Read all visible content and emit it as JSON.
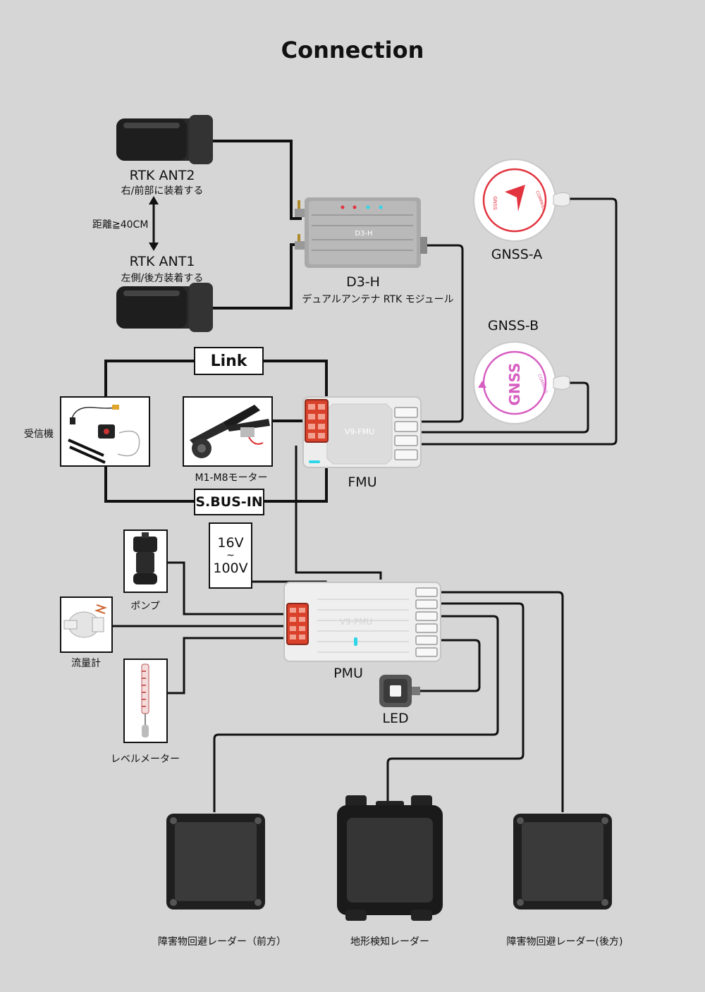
{
  "title": "Connection",
  "components": {
    "rtk_ant2": {
      "name": "RTK ANT2",
      "note": "右/前部に装着する"
    },
    "rtk_ant1": {
      "name": "RTK ANT1",
      "note": "左側/後方装着する"
    },
    "distance": "距離≧40CM",
    "d3h": {
      "name": "D3-H",
      "description": "デュアルアンテナ RTK モジュール",
      "device_text": "D3-H"
    },
    "gnss_a": {
      "name": "GNSS-A",
      "mark_text": "GNSS",
      "compass_text": "COMPASS"
    },
    "gnss_b": {
      "name": "GNSS-B",
      "mark_text": "GNSS",
      "compass_text": "COMPASS"
    },
    "fmu": {
      "name": "FMU",
      "device_text": "V9-FMU"
    },
    "pmu": {
      "name": "PMU",
      "device_text": "V9-PMU"
    },
    "receiver": {
      "name": "受信機"
    },
    "motors": {
      "name": "M1-M8モーター"
    },
    "link": "Link",
    "sbus": "S.BUS-IN",
    "voltage": {
      "low": "16V",
      "sep": "~",
      "high": "100V"
    },
    "pump": {
      "name": "ポンプ"
    },
    "flowmeter": {
      "name": "流量計"
    },
    "level": {
      "name": "レベルメーター"
    },
    "led": {
      "name": "LED"
    },
    "radar_front": {
      "name": "障害物回避レーダー（前方）"
    },
    "radar_terrain": {
      "name": "地形検知レーダー"
    },
    "radar_rear": {
      "name": "障害物回避レーダー(後方)"
    }
  },
  "colors": {
    "background": "#d6d6d6",
    "wire": "#111111",
    "gnss_a_accent": "#e2343f",
    "gnss_b_accent": "#d75ec1",
    "connector_red": "#d9412b",
    "led_cyan": "#2fd6e8"
  }
}
